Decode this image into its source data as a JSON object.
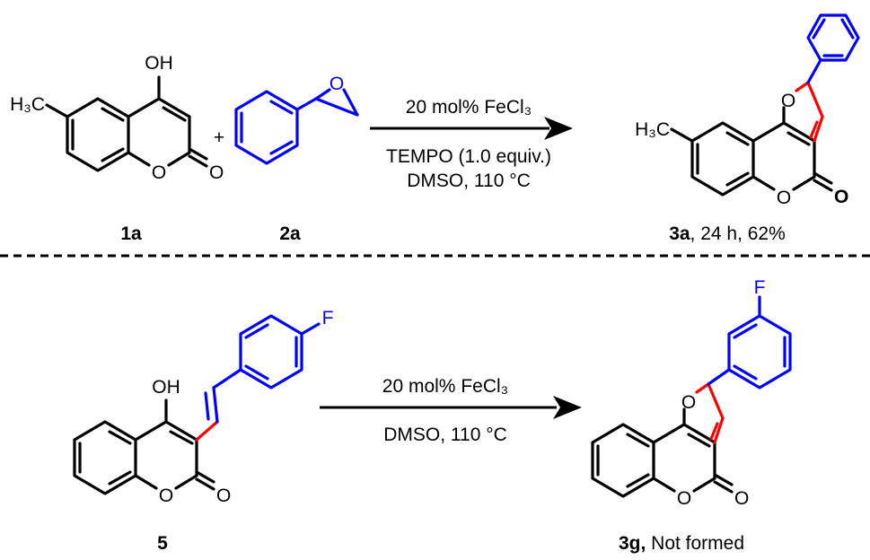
{
  "reaction1": {
    "plus": "+",
    "conditions_above": "20 mol% FeCl₃",
    "conditions_below_1": "TEMPO (1.0 equiv.)",
    "conditions_below_2": "DMSO, 110 °C",
    "label_1a": "1a",
    "label_2a": "2a",
    "label_3a_bold": "3a",
    "label_3a_rest": ", 24 h, 62%"
  },
  "reaction2": {
    "conditions_above": "20 mol% FeCl₃",
    "conditions_below": "DMSO, 110 °C",
    "label_5": "5",
    "label_3g_bold": "3g,",
    "label_3g_rest": " Not formed"
  },
  "atoms": {
    "oh": "OH",
    "o": "O",
    "h3c": "H₃C",
    "f": "F"
  },
  "colors": {
    "highlight_blue": "#0000ff",
    "highlight_red": "#ff0000",
    "bond_black": "#000000"
  }
}
